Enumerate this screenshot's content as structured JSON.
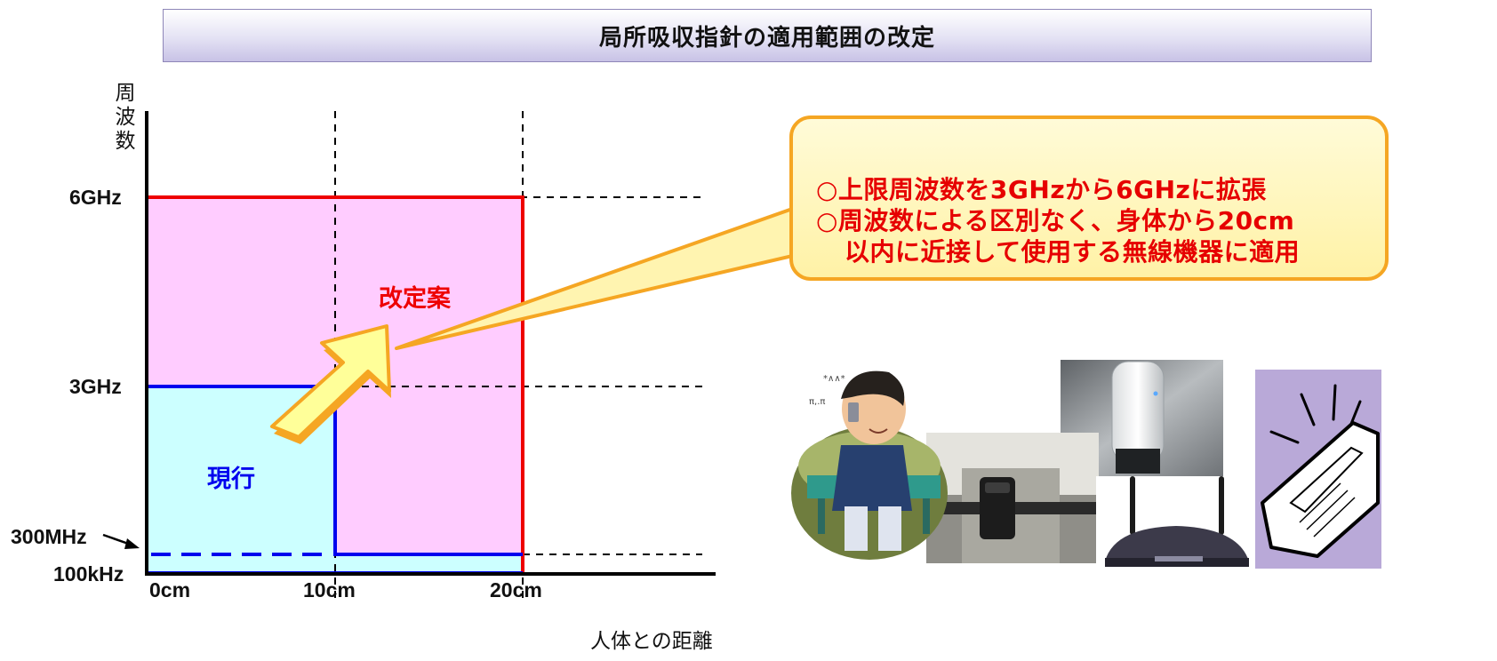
{
  "title": "局所吸収指針の適用範囲の改定",
  "axes": {
    "y_title": [
      "周",
      "波",
      "数"
    ],
    "x_title": "人体との距離",
    "y_ticks": [
      "6GHz",
      "3GHz",
      "300MHz",
      "100kHz"
    ],
    "x_ticks": [
      "0cm",
      "10cm",
      "20cm"
    ]
  },
  "regions": {
    "current_label": "現行",
    "proposed_label": "改定案"
  },
  "callout": {
    "line1": "○上限周波数を3GHzから6GHzに拡張",
    "line2": "○周波数による区別なく、身体から20cm",
    "line3": "以内に近接して使用する無線機器に適用"
  },
  "colors": {
    "current_fill": "#ccffff",
    "current_border": "#0000ee",
    "proposed_fill": "#ffccff",
    "proposed_border": "#ee0000",
    "callout_text": "#e60000",
    "arrow_fill": "#ffff99",
    "arrow_border": "#f5a623"
  },
  "images": {
    "person_phone": "person-using-mobile-phone",
    "phone_on_belt": "phone-on-belt-clip",
    "usb_device": "usb-wireless-device",
    "wifi_router": "wireless-router",
    "laptop": "laptop-computer-clipart"
  }
}
